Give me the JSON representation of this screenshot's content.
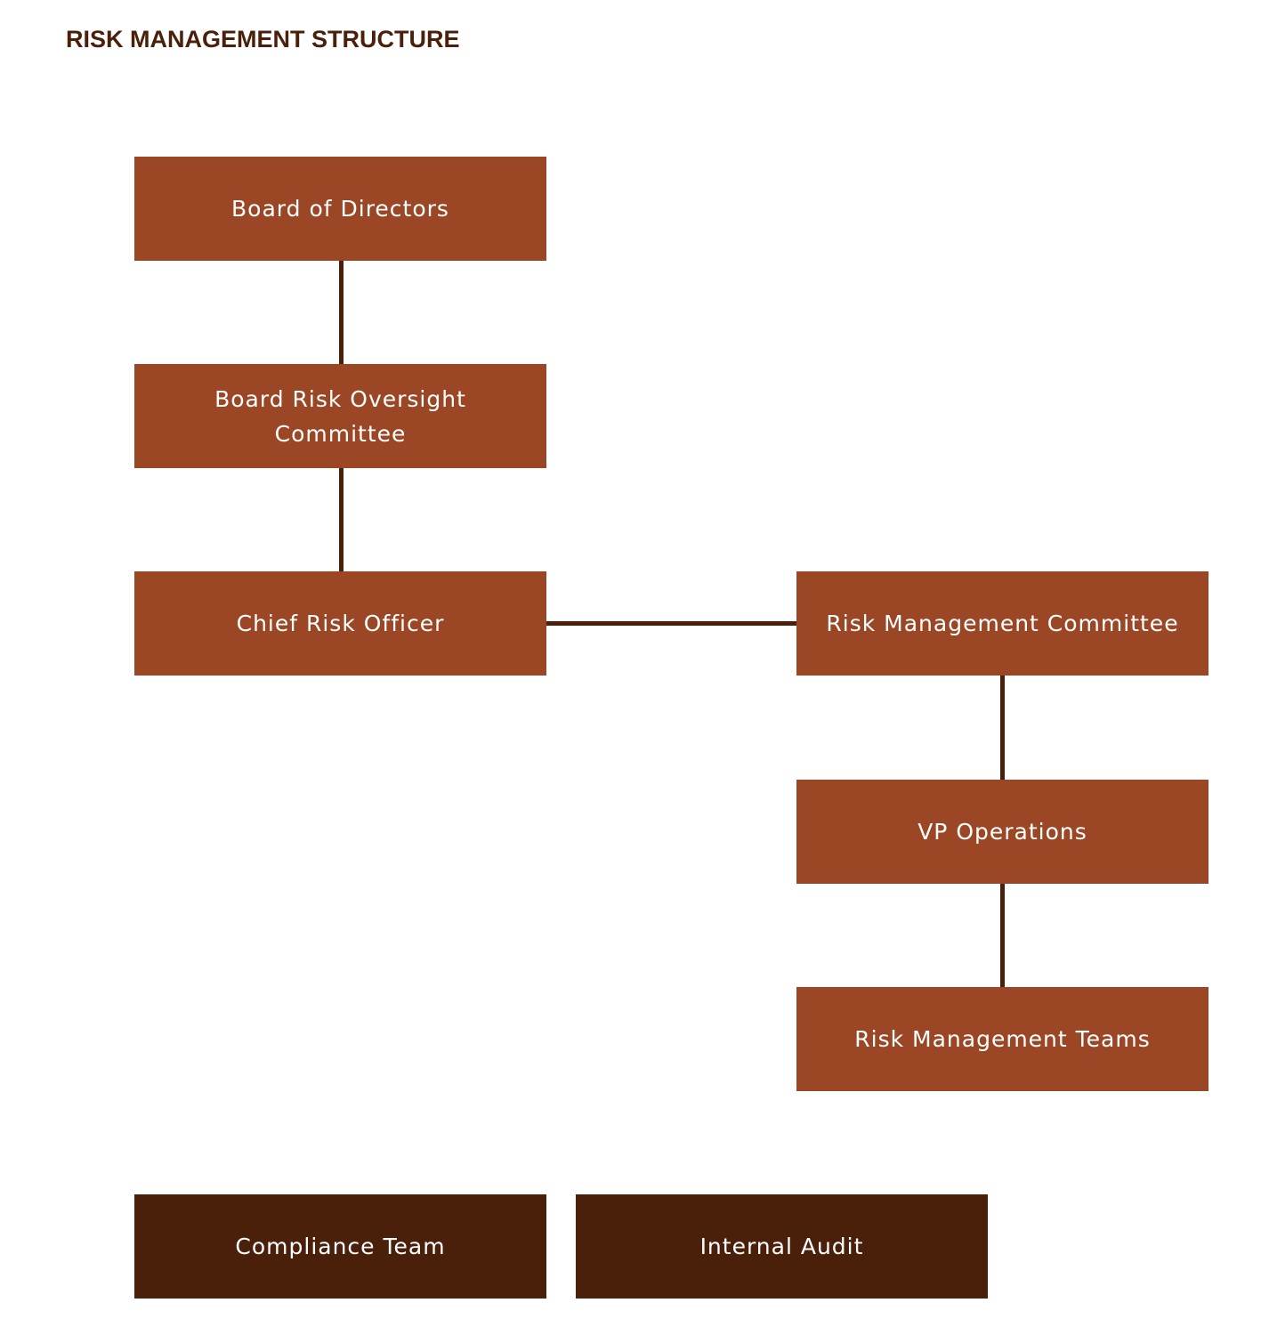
{
  "title": "RISK MANAGEMENT STRUCTURE",
  "colors": {
    "title": "#4b200b",
    "node_primary": "#9b4624",
    "node_dark": "#4b200b",
    "connector": "#4b200b",
    "node_text": "#ffffff"
  },
  "nodes": {
    "board_of_directors": "Board of Directors",
    "board_risk_oversight_line1": "Board Risk Oversight",
    "board_risk_oversight_line2": "Committee",
    "chief_risk_officer": "Chief Risk Officer",
    "risk_management_committee": "Risk Management Committee",
    "vp_operations": "VP Operations",
    "risk_management_teams": "Risk Management Teams",
    "compliance_team": "Compliance Team",
    "internal_audit": "Internal Audit"
  },
  "edges": [
    {
      "from": "Board of Directors",
      "to": "Board Risk Oversight Committee"
    },
    {
      "from": "Board Risk Oversight Committee",
      "to": "Chief Risk Officer"
    },
    {
      "from": "Chief Risk Officer",
      "to": "Risk Management Committee"
    },
    {
      "from": "Risk Management Committee",
      "to": "VP Operations"
    },
    {
      "from": "VP Operations",
      "to": "Risk Management Teams"
    }
  ]
}
